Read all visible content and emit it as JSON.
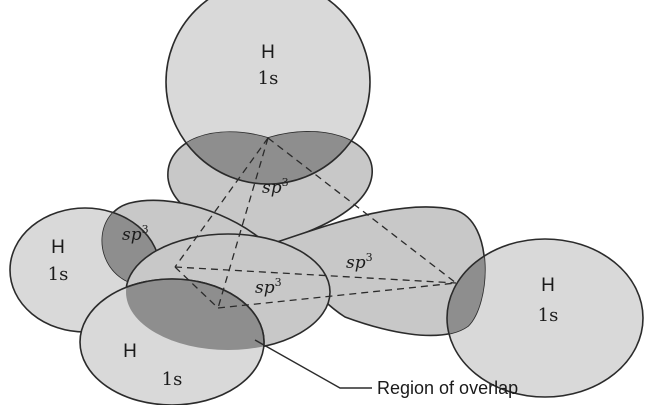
{
  "diagram": {
    "hydrogen": [
      {
        "element": "H",
        "orbital": "1s"
      },
      {
        "element": "H",
        "orbital": "1s"
      },
      {
        "element": "H",
        "orbital": "1s"
      },
      {
        "element": "H",
        "orbital": "1s"
      }
    ],
    "hybrid_labels": [
      {
        "base": "sp",
        "exp": "3"
      },
      {
        "base": "sp",
        "exp": "3"
      },
      {
        "base": "sp",
        "exp": "3"
      },
      {
        "base": "sp",
        "exp": "3"
      }
    ],
    "callout": "Region of overlap",
    "colors": {
      "light_fill": "#d9d9d9",
      "lobe_fill": "#c8c8c8",
      "overlap_fill": "#8e8e8e",
      "stroke": "#2b2b2b"
    }
  }
}
